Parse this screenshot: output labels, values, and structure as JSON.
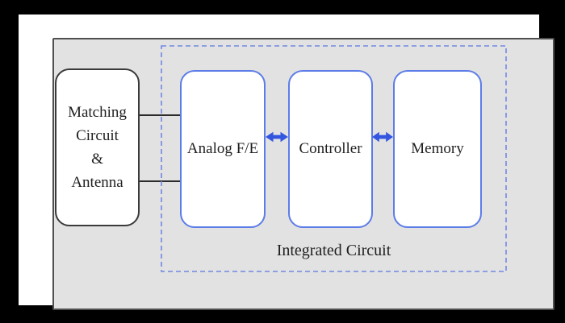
{
  "diagram": {
    "matching_block": {
      "lines": [
        "Matching",
        "Circuit",
        "&",
        "Antenna"
      ]
    },
    "ic_region_label": "Integrated Circuit",
    "blocks": [
      {
        "label": "Analog F/E"
      },
      {
        "label": "Controller"
      },
      {
        "label": "Memory"
      }
    ],
    "connections": [
      {
        "from": "Matching Circuit & Antenna",
        "to": "Analog F/E",
        "type": "wire-pair"
      },
      {
        "from": "Analog F/E",
        "to": "Controller",
        "type": "bidirectional-arrow"
      },
      {
        "from": "Controller",
        "to": "Memory",
        "type": "bidirectional-arrow"
      }
    ],
    "colors": {
      "panel_bg": "#e2e2e2",
      "panel_border": "#4f4f4f",
      "box_border": "#3a3a3a",
      "blue_border": "#5c7ce8",
      "dashed_blue": "#7187e2",
      "arrow_blue": "#3356e0",
      "wire_color": "#2b2b2b",
      "text_color": "#1f1f1f"
    }
  }
}
